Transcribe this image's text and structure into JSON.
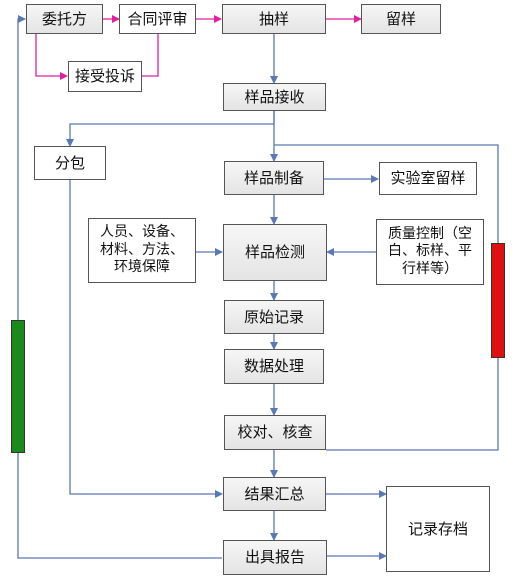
{
  "nodes": {
    "client": "委托方",
    "contract_review": "合同评审",
    "sampling": "抽样",
    "retain_sample": "留样",
    "accept_complaint": "接受投诉",
    "sample_receipt": "样品接收",
    "subcontract": "分包",
    "sample_prep": "样品制备",
    "lab_retain": "实验室留样",
    "resources": "人员、设备、\n材料、方法、\n环境保障",
    "sample_testing": "样品检测",
    "quality_control": "质量控制（空\n白、标样、平\n行样等）",
    "raw_record": "原始记录",
    "data_processing": "数据处理",
    "verify_check": "校对、核查",
    "result_summary": "结果汇总",
    "record_archive": "记录存档",
    "issue_report": "出具报告"
  },
  "colors": {
    "arrow_pink": "#e020a0",
    "arrow_blue": "#5a78b4",
    "bar_green": "#1a8a1a",
    "bar_red": "#e01010"
  }
}
